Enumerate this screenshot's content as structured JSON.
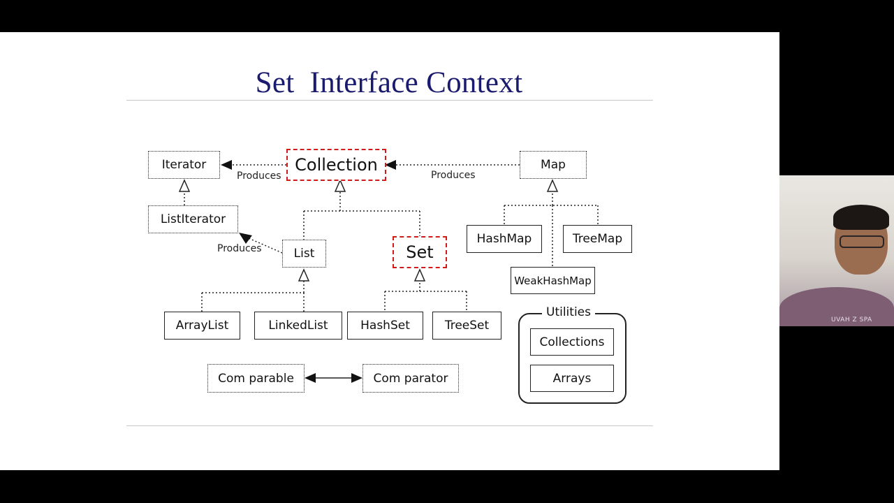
{
  "slide": {
    "title": "Set  Interface Context"
  },
  "diagram": {
    "nodes": {
      "iterator": "Iterator",
      "collection": "Collection",
      "map": "Map",
      "list_iterator": "ListIterator",
      "list": "List",
      "set": "Set",
      "hash_map": "HashMap",
      "tree_map": "TreeMap",
      "weak_hash_map": "WeakHashMap",
      "array_list": "ArrayList",
      "linked_list": "LinkedList",
      "hash_set": "HashSet",
      "tree_set": "TreeSet",
      "comparable": "Com parable",
      "comparator": "Com parator"
    },
    "labels": {
      "produces_1": "Produces",
      "produces_2": "Produces",
      "produces_3": "Produces"
    },
    "utilities": {
      "title": "Utilities",
      "collections": "Collections",
      "arrays": "Arrays"
    },
    "highlight_color": "#d11a1a",
    "title_color": "#1a1a6e"
  },
  "webcam": {
    "shirt_text": "UVAH Z SPA"
  }
}
